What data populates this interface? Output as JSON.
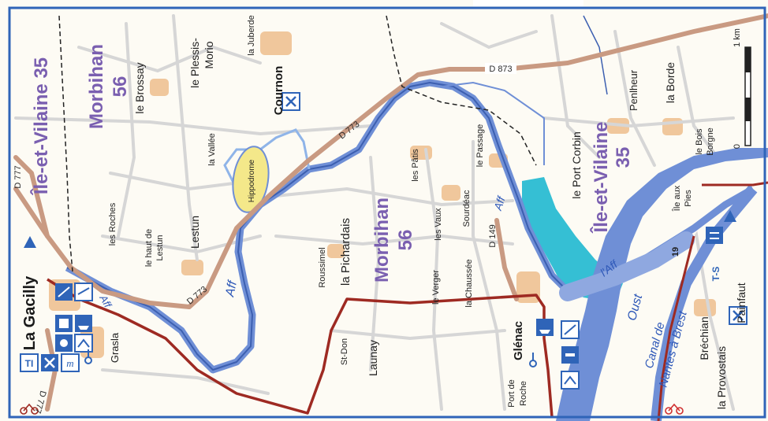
{
  "departments": {
    "ille_west": "Île-et-Vilaine 35",
    "morbihan_west_1": "Morbihan",
    "morbihan_west_2": "56",
    "morbihan_center_1": "Morbihan",
    "morbihan_center_2": "56",
    "ille_east_1": "Île-et-Vilaine",
    "ille_east_2": "35"
  },
  "towns": {
    "la_gacilly": "La Gacilly",
    "cournon": "Cournon",
    "glenac": "Glénac"
  },
  "places": {
    "le_brossay": "le Brossay",
    "le_plessis_morio_1": "le Plessis-",
    "le_plessis_morio_2": "Morio",
    "la_juberde": "la Juberde",
    "la_vallee": "la Vallée",
    "les_roches": "les Roches",
    "le_haut_de_lestun_1": "le haut de",
    "le_haut_de_lestun_2": "Lestun",
    "lestun": "Lestun",
    "grasla": "Grasla",
    "roussimel": "Roussimel",
    "la_pichardais": "la Pichardais",
    "st_don": "St-Don",
    "launay": "Launay",
    "les_patis": "les Pâtis",
    "le_passage": "le Passage",
    "les_vaux": "les Vaux",
    "sourdeac": "Sourdéac",
    "le_verger": "le Verger",
    "la_chaussee": "la Chaussée",
    "port_de_roche_1": "Port de",
    "port_de_roche_2": "Roche",
    "le_port_corbin": "le Port Corbin",
    "penlheur": "Penlheur",
    "la_borde": "la Borde",
    "le_bois_borgne_1": "le Bois",
    "le_bois_borgne_2": "Borgne",
    "ile_aux_pies_1": "Île aux",
    "ile_aux_pies_2": "Pies",
    "brechian": "Bréchian",
    "painfaut": "Painfaut",
    "la_provostais": "la Provostais",
    "hippodrome": "Hippodrome"
  },
  "roads": {
    "d873": "D 873",
    "d773_a": "D 773",
    "d773_b": "D 773",
    "d777_a": "D 777",
    "d777_b": "D 777",
    "d149": "D 149"
  },
  "water": {
    "aff_1": "Aff",
    "aff_2": "Aff",
    "aff_3": "Aff",
    "laff": "l'Aff",
    "oust": "Oust",
    "canal_1": "Canal de",
    "canal_2": "Nantes à Brest",
    "lock_19": "19"
  },
  "scale": {
    "top": "1 km",
    "zero": "0"
  },
  "legend_badges": {
    "ts": "T-S"
  },
  "colors": {
    "land": "#fdfbf4",
    "river": "#6f8fd6",
    "river_dark": "#3c5fb0",
    "marsh": "#1fb8d0",
    "road_main": "#c99a82",
    "road_minor": "#d8d8d8",
    "route_red": "#9e2a22",
    "frame_blue": "#2f64b8",
    "dept_purple": "#7a5fb0",
    "hippodrome": "#f4e88a",
    "village": "#f0c79c"
  }
}
